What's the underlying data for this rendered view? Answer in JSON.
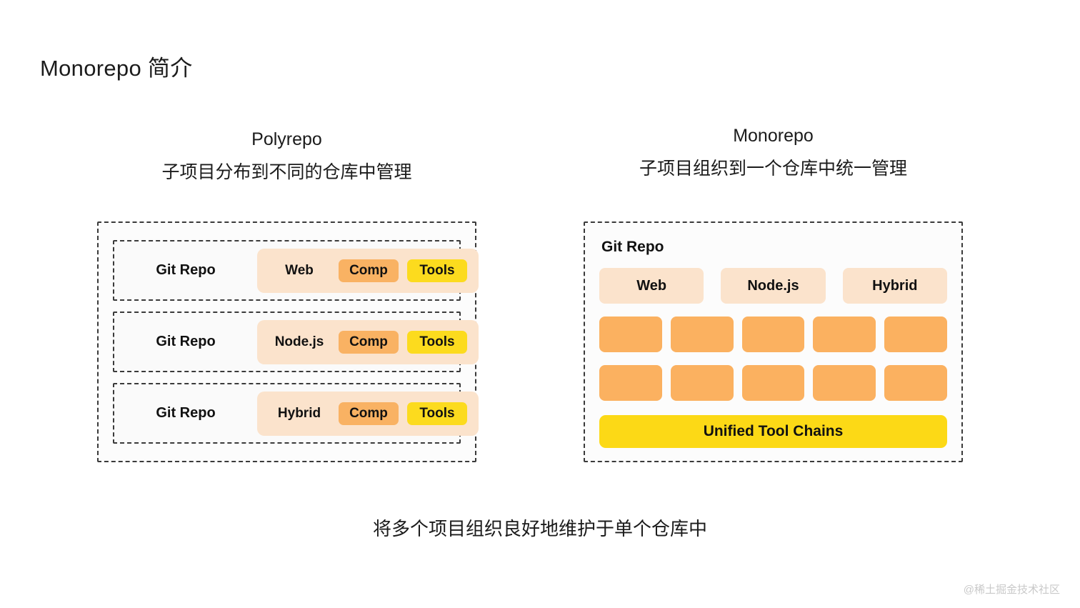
{
  "page": {
    "title": "Monorepo 简介",
    "caption": "将多个项目组织良好地维护于单个仓库中",
    "watermark": "@稀土掘金技术社区"
  },
  "colors": {
    "chip_comp": "#f9b263",
    "chip_tools": "#fcdb1e",
    "package_panel": "#fbe3cc",
    "block": "#fbb160",
    "toolchain": "#fcd916",
    "dashed_border": "#3a3a3a",
    "text": "#111111"
  },
  "polyrepo": {
    "title_en": "Polyrepo",
    "subtitle_cn": "子项目分布到不同的仓库中管理",
    "rows": [
      {
        "repo_label": "Git Repo",
        "package": "Web",
        "chips": [
          {
            "label": "Comp",
            "kind": "comp"
          },
          {
            "label": "Tools",
            "kind": "tools"
          }
        ]
      },
      {
        "repo_label": "Git Repo",
        "package": "Node.js",
        "chips": [
          {
            "label": "Comp",
            "kind": "comp"
          },
          {
            "label": "Tools",
            "kind": "tools"
          }
        ]
      },
      {
        "repo_label": "Git Repo",
        "package": "Hybrid",
        "chips": [
          {
            "label": "Comp",
            "kind": "comp"
          },
          {
            "label": "Tools",
            "kind": "tools"
          }
        ]
      }
    ]
  },
  "monorepo": {
    "title_en": "Monorepo",
    "subtitle_cn": "子项目组织到一个仓库中统一管理",
    "repo_label": "Git Repo",
    "packages": [
      "Web",
      "Node.js",
      "Hybrid"
    ],
    "block_rows": [
      [
        "",
        "",
        "",
        "",
        ""
      ],
      [
        "",
        "",
        "",
        "",
        ""
      ]
    ],
    "toolchain_label": "Unified Tool Chains"
  }
}
